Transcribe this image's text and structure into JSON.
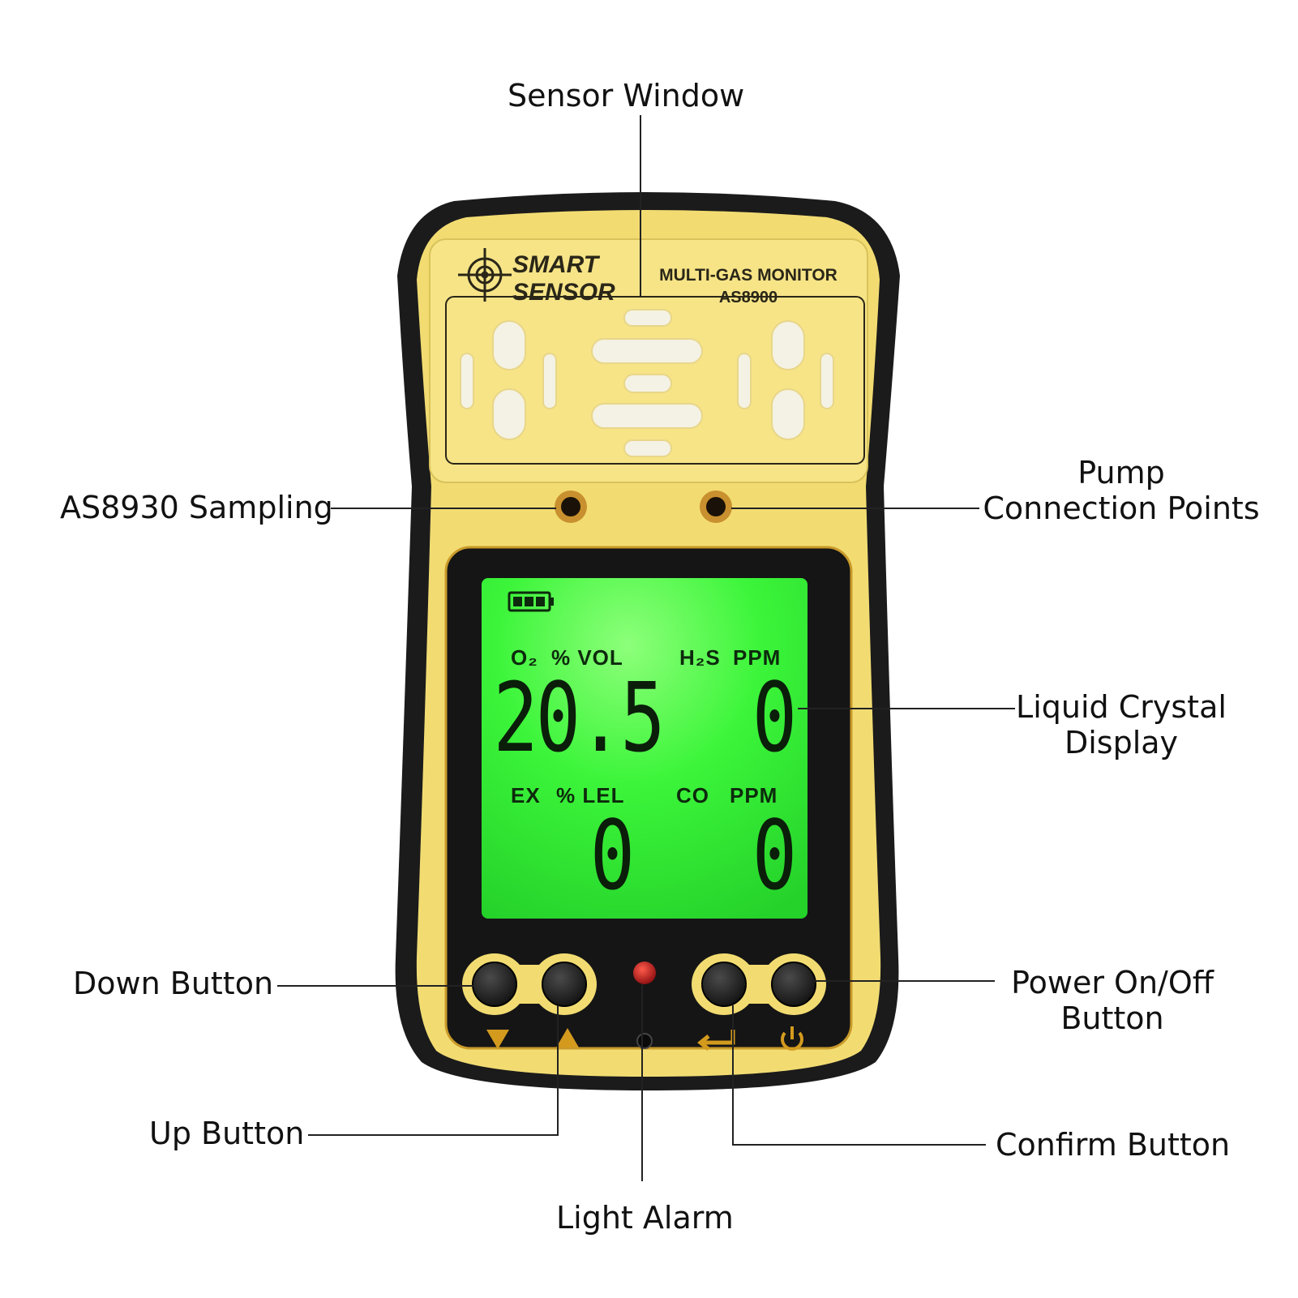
{
  "device": {
    "brand_line1": "SMART",
    "brand_line2": "SENSOR",
    "product_title": "MULTI-GAS MONITOR",
    "model": "AS8900",
    "colors": {
      "body": "#f2dc72",
      "housing": "#1a1a1a",
      "lcd_backlight": "#3af23a",
      "lcd_text": "#0a1e0a",
      "alarm_led": "#c0181b"
    },
    "lcd": {
      "battery_icon": "battery-full-icon",
      "readings": [
        {
          "gas": "O₂",
          "unit": "% VOL",
          "value": "20.5"
        },
        {
          "gas": "H₂S",
          "unit": "PPM",
          "value": "0"
        },
        {
          "gas": "EX",
          "unit": "% LEL",
          "value": "0"
        },
        {
          "gas": "CO",
          "unit": "PPM",
          "value": "0"
        }
      ]
    },
    "button_icons": [
      "down-triangle-icon",
      "up-triangle-icon",
      "enter-arrow-icon",
      "power-icon"
    ]
  },
  "callouts": {
    "sensor_window": "Sensor Window",
    "sampling": "AS8930 Sampling",
    "pump_line1": "Pump",
    "pump_line2": "Connection Points",
    "lcd_line1": "Liquid Crystal",
    "lcd_line2": "Display",
    "down_button": "Down Button",
    "power_line1": "Power On/Off",
    "power_line2": "Button",
    "up_button": "Up Button",
    "confirm_button": "Confirm Button",
    "light_alarm": "Light Alarm"
  }
}
